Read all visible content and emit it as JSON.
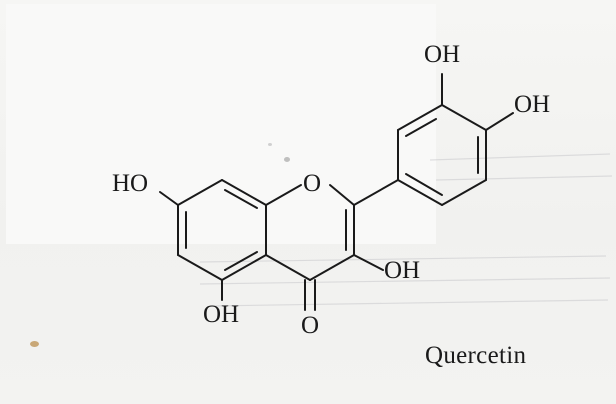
{
  "figure": {
    "compound_name": "Quercetin",
    "atom_labels": {
      "ring_oxygen": "O",
      "carbonyl_oxygen": "O",
      "hydroxyl_c7": "HO",
      "hydroxyl_c5": "OH",
      "hydroxyl_c3": "OH",
      "hydroxyl_c3prime": "OH",
      "hydroxyl_c4prime": "OH"
    }
  },
  "colors": {
    "ink": "#1a1a1a",
    "paper": "#f4f4f2"
  }
}
